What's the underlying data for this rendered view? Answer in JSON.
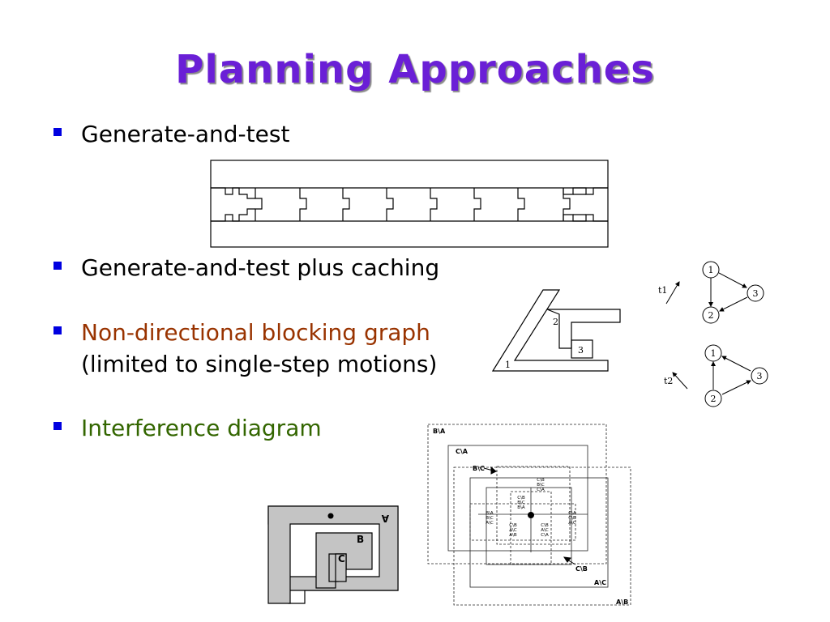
{
  "slide": {
    "title": "Planning Approaches",
    "bullets": [
      {
        "text": "Generate-and-test",
        "color": "#000000"
      },
      {
        "text": "Generate-and-test plus caching",
        "color": "#000000"
      },
      {
        "text": "Non-directional blocking graph",
        "color": "#993300",
        "subtext": "(limited to single-step motions)"
      },
      {
        "text": "Interference diagram",
        "color": "#336600"
      }
    ],
    "title_color": "#6a1fd6",
    "bullet_color": "#0000e0"
  },
  "ndbg_figure": {
    "part_labels": [
      "1",
      "2",
      "3"
    ],
    "graphs": [
      {
        "label": "t1",
        "nodes": [
          "1",
          "3",
          "2"
        ]
      },
      {
        "label": "t2",
        "nodes": [
          "1",
          "3",
          "2"
        ]
      }
    ]
  },
  "interference": {
    "parts": {
      "a": "A",
      "b": "B",
      "c": "C"
    },
    "regions": {
      "b_minus_a": "B\\A",
      "c_minus_a": "C\\A",
      "b_minus_c": "B\\C",
      "c_minus_b": "C\\B",
      "a_minus_c": "A\\C",
      "a_minus_b": "A\\B"
    },
    "cell_text": {
      "upper_left": [
        "C\\B",
        "B\\C",
        "B\\A"
      ],
      "upper_right": [
        "C\\B",
        "B\\C",
        "C\\A"
      ],
      "left": [
        "B\\A",
        "B\\C",
        "A\\C"
      ],
      "right": [
        "C\\A",
        "C\\B",
        "A\\C"
      ],
      "lower_left": [
        "C\\B",
        "A\\C",
        "A\\B"
      ],
      "lower_right": [
        "C\\B",
        "A\\C",
        "C\\A"
      ]
    }
  }
}
